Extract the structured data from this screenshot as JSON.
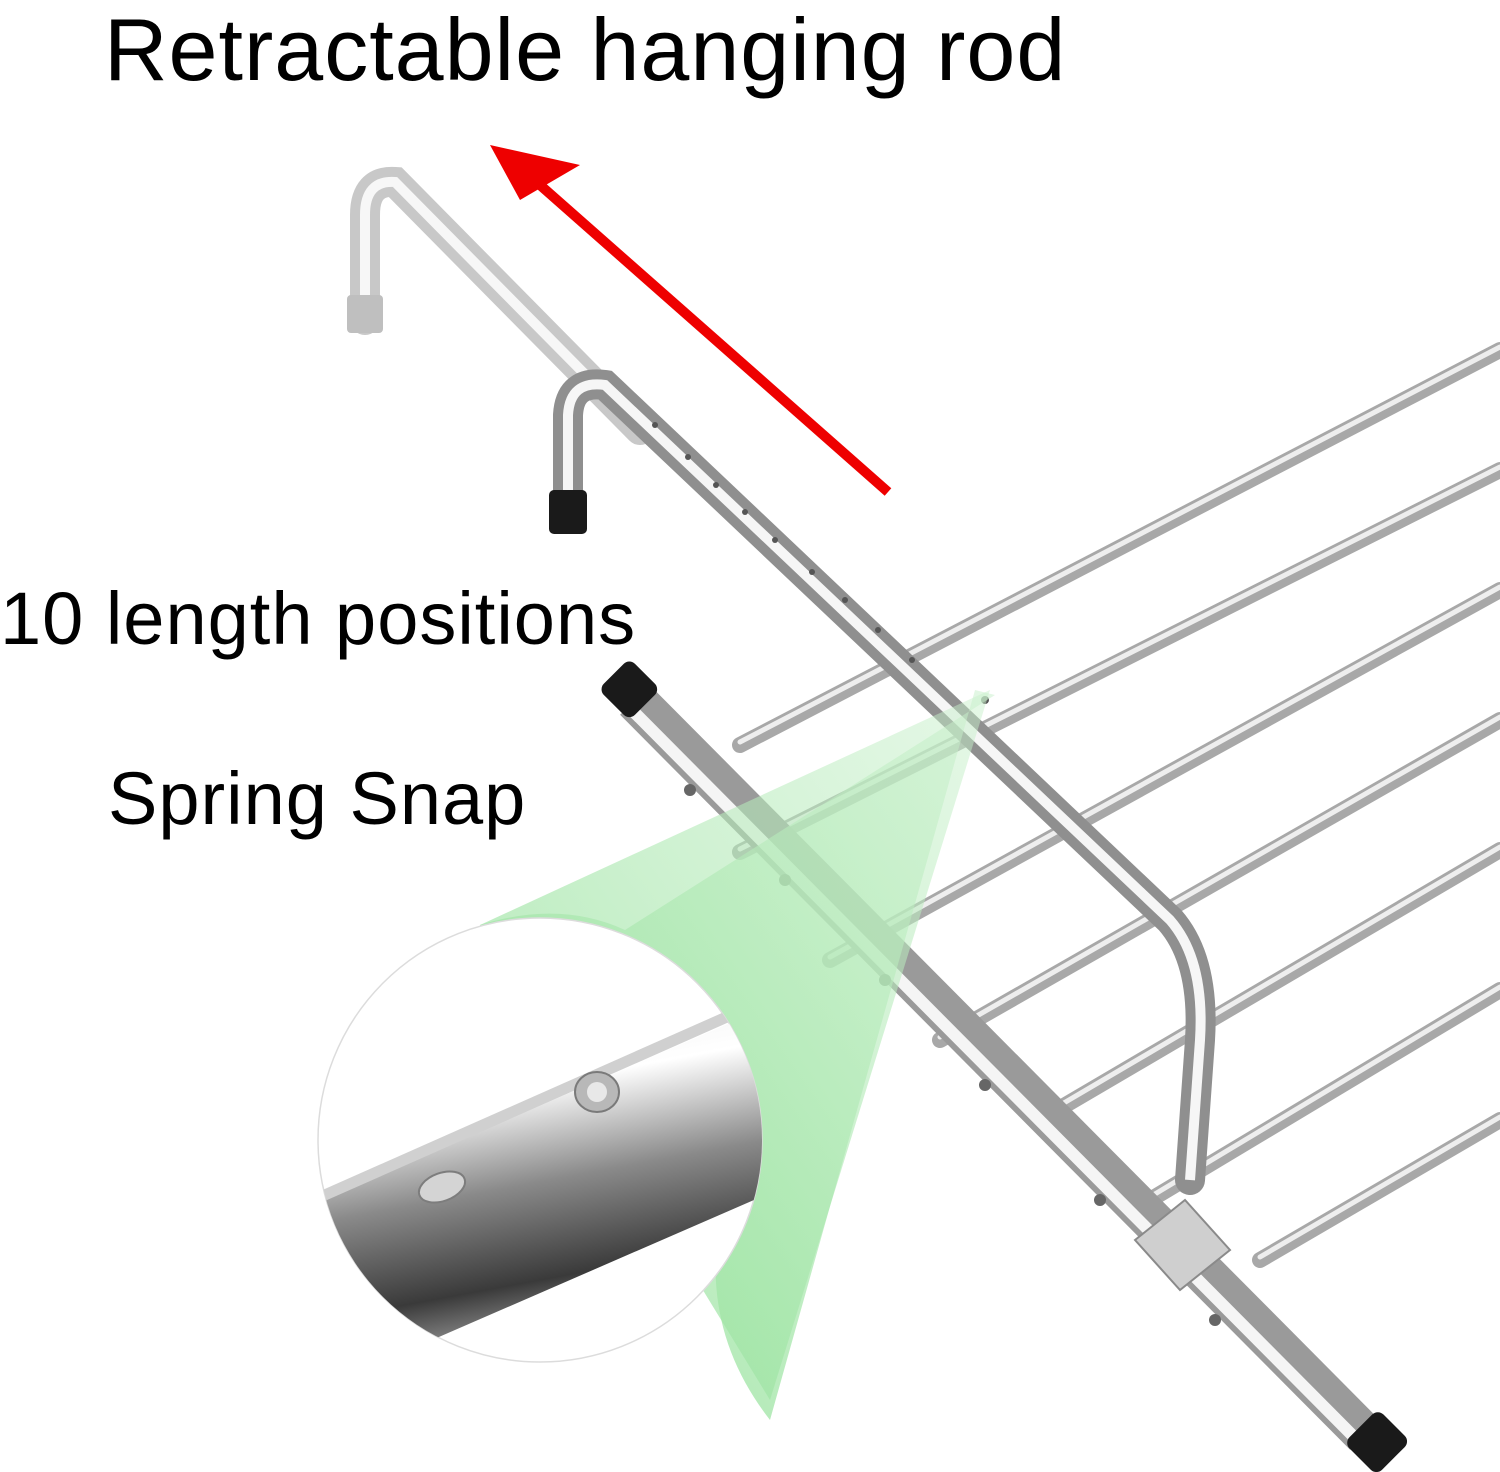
{
  "image": {
    "title": "Retractable hanging rod",
    "callouts": [
      {
        "id": "lengths",
        "text": "10 length positions"
      },
      {
        "id": "snap",
        "text": "Spring Snap"
      }
    ],
    "arrow": {
      "color": "#ee0000",
      "direction": "up-left",
      "meaning": "extend"
    },
    "highlight_color": "#9ee6a2",
    "metal_color": "#c8c8c8",
    "cap_color": "#1a1a1a",
    "ghost_cap_color": "#8c8c8c",
    "zoom_inset": {
      "shape": "circle",
      "content": "spring snap button on tube"
    }
  }
}
